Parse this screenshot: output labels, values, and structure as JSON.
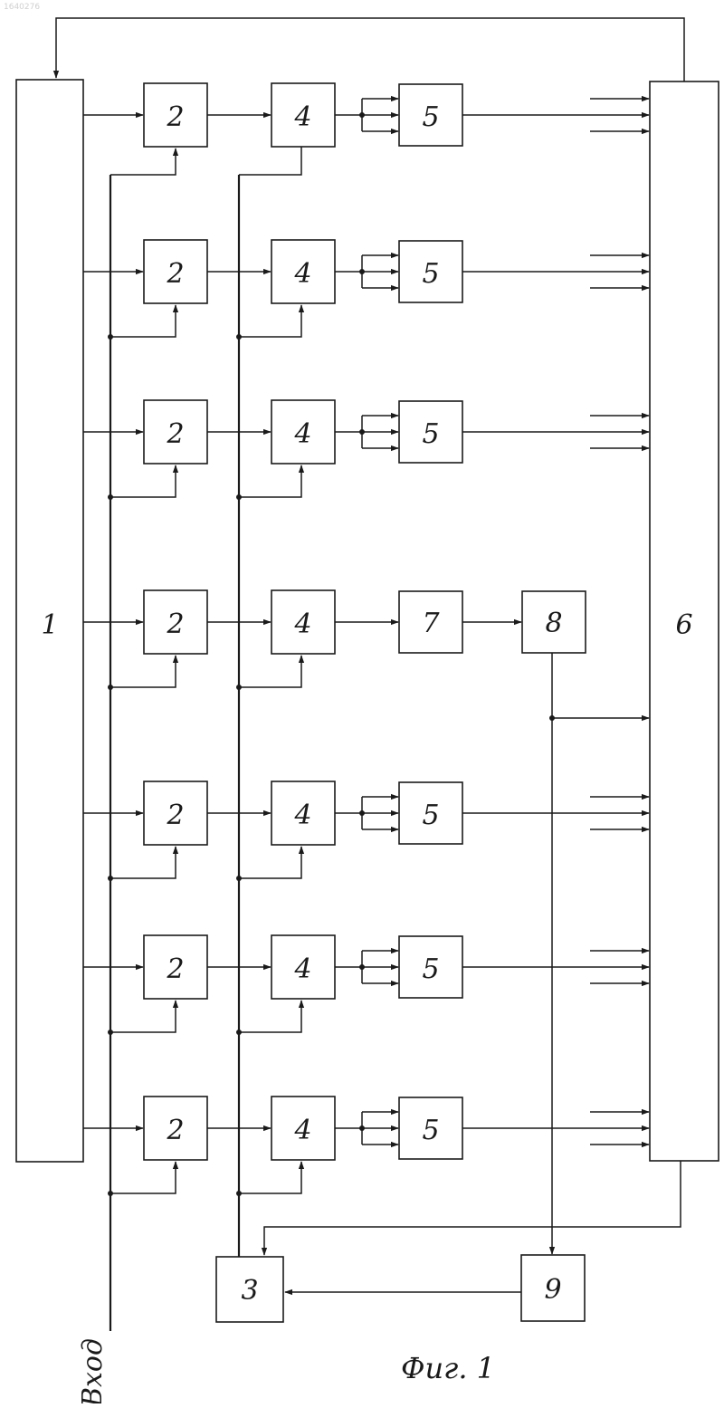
{
  "figure": {
    "caption": "Фиг. 1",
    "input_label": "Вход",
    "doc_number": "1640276"
  },
  "blocks": {
    "b1": "1",
    "b2": "2",
    "b3": "3",
    "b4": "4",
    "b5": "5",
    "b6": "6",
    "b7": "7",
    "b8": "8",
    "b9": "9"
  },
  "channels": [
    {
      "label2": "2",
      "label4": "4",
      "tail": "5"
    },
    {
      "label2": "2",
      "label4": "4",
      "tail": "5"
    },
    {
      "label2": "2",
      "label4": "4",
      "tail": "5"
    },
    {
      "label2": "2",
      "label4": "4",
      "tail": "7"
    },
    {
      "label2": "2",
      "label4": "4",
      "tail": "5"
    },
    {
      "label2": "2",
      "label4": "4",
      "tail": "5"
    },
    {
      "label2": "2",
      "label4": "4",
      "tail": "5"
    }
  ]
}
